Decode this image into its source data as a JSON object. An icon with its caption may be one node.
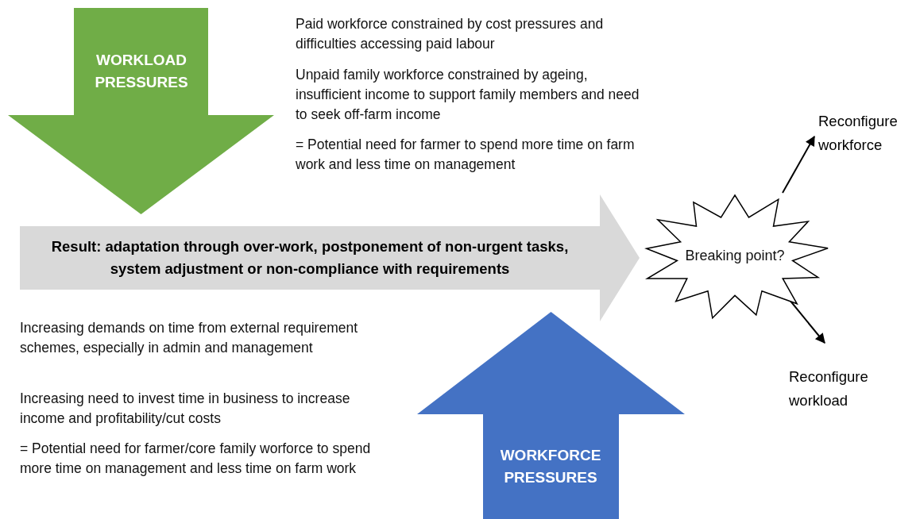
{
  "diagram": {
    "nodes": [
      {
        "text": [
          "WORKLOAD PRESSURES"
        ]
      },
      {
        "text": [
          "Result: adaptation through over-work, postponement of non-urgent tasks, system adjustment or non-compliance with requirements"
        ]
      },
      {
        "text": [
          "WORKFORCE PRESSURES"
        ]
      },
      {
        "text": [
          "Breaking point?"
        ]
      },
      {
        "text": [
          "Reconfigure workforce"
        ]
      },
      {
        "text": [
          "Reconfigure workload"
        ]
      }
    ],
    "edges": [
      {
        "from": 3,
        "to": 4,
        "arrow": "to"
      },
      {
        "from": 3,
        "to": 5,
        "arrow": "to"
      }
    ],
    "labels": [
      "Paid workforce constrained by cost pressures and difficulties accessing paid labour",
      "Unpaid family workforce constrained by ageing, insufficient income to support family members and need to seek off-farm income",
      "= Potential need for farmer to spend more time on farm work and less time on management",
      "Increasing demands on time from external requirement schemes, especially in admin and management",
      "Increasing need to invest time in business to increase income and profitability/cut costs",
      "= Potential need for farmer/core family worforce to spend more time on management and less time on farm work"
    ]
  }
}
